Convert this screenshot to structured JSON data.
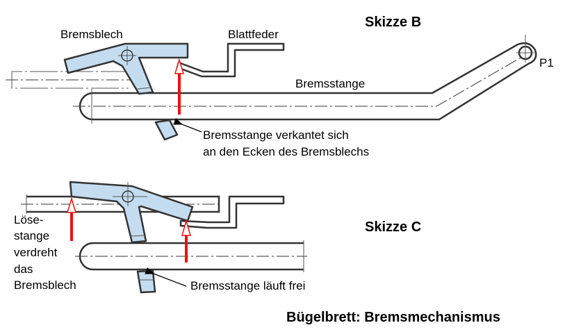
{
  "sketch_b": {
    "title": "Skizze B",
    "label_bremsblech": "Bremsblech",
    "label_blattfeder": "Blattfeder",
    "label_bremsstange": "Bremsstange",
    "label_p1": "P1",
    "note_line1": "Bremsstange verkantet sich",
    "note_line2": "an den Ecken des Bremsblechs"
  },
  "sketch_c": {
    "title": "Skizze C",
    "note_left": [
      "Löse-",
      "stange",
      "verdreht",
      "das",
      "Bremsblech"
    ],
    "note_right": "Bremsstange läuft frei"
  },
  "caption": "Bügelbrett: Bremsmechanismus",
  "colors": {
    "part_fill": "#c4dcf0",
    "arrow": "#ee1111",
    "outline": "#333333"
  }
}
